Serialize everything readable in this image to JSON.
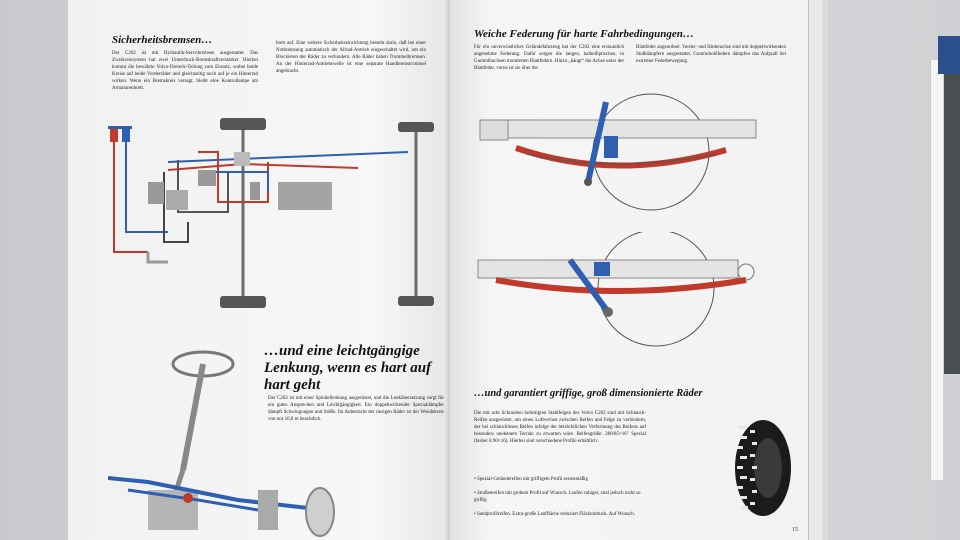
{
  "left_page": {
    "heading": "Sicherheitsbremsen…",
    "col1_text": "Der C202 ist mit Hydraulik-Servobremsen ausgestattet. Das Zweikreissystem hat zwei Unterdruck-Bremskraftverstärker. Hierbei kommt die bewährte Volvo-Dreieck-Teilung zum Einsatz, wobei beide Kreise auf beide Vorderräder und gleichzeitig noch auf je ein Hinterrad wirken. Wenn ein Bremskreis versagt, bleibt eine Kontrollampe am Armaturenbrett.",
    "col2_text": "brett auf. Eine weitere Sicherheitseinrichtung besteht darin, daß bei einer Notbremsung automatisch der Allrad-Antrieb eingeschaltet wird, um ein Blockieren der Räder zu verhindern. Alle Räder haben Trommelbremsen. An der Hinterrad-Antriebswelle ist eine separate Handbremstrommel angebracht.",
    "steering_heading": "…und eine leichtgängige Lenkung, wenn es hart auf hart geht",
    "steering_text": "Der C202 ist mit einer Spindellenkung ausgerüstet, und die Lenkübersetzung sorgt für ein gutes Ansprechen und Leichtgängigkeit. Ein doppeltwirkender Spezialdämpfer dämpft Schwingungen und Stöße. Im Anbetracht der riesigen Räder ist der Wendekreis von nur 10,8 m beachtlich."
  },
  "right_page": {
    "heading": "Weiche Federung für harte Fahrbedingungen…",
    "col1_text": "Für ein unverwüstliches Geländefahrzeug hat der C202 eine erstaunlich angenehme Federung. Dafür sorgen die langen, halbelliptischen, in Gummibuchsen montierten Blattfedern. Hinzu „hängt“ die Achse unter der Blattfeder, vorne ist sie über der",
    "col2_text": "Blattfeder angeordnet. Vorder- und Hinterachse sind mit doppeltwirkenden Stoßdämpfern ausgestattet. Gummihohlfedern dämpfen das Aufprall bei extremer Federbewegung.",
    "tyres_heading": "…und garantiert griffige, groß dimensionierte Räder",
    "tyres_text": "Die mit acht Schrauben befestigten Stahlfelgen des Volvo C202 sind mit Schlauch-Reifen ausgerüstet, um einen Luftverlust zwischen Reifen und Felge zu verhindern, der bei schlauchlosen Reifen infolge der beträchtlichen Verformung des Reifens auf besonders unebenem Terrain zu erwarten wäre. Reifengröße: 280/85×16\" Special (bisher 8.90×16). Hierbei sind verschiedene Profile erhältlich:",
    "bullets": [
      "Spezial-Geländereifen mit griffigem Profil serienmäßig",
      "Straßenreifen mit grobem Profil auf Wunsch. Laufen ruhiger, sind jedoch nicht so griffig",
      "Sandprofilreifen. Extra-große Lauffläche reduziert Flächendruck. Auf Wunsch."
    ],
    "page_number": "15"
  },
  "colors": {
    "paper": "#f3f3f3",
    "diagram_blue": "#2f5fb0",
    "diagram_red": "#c0392b",
    "diagram_gray": "#6c6c6c"
  }
}
